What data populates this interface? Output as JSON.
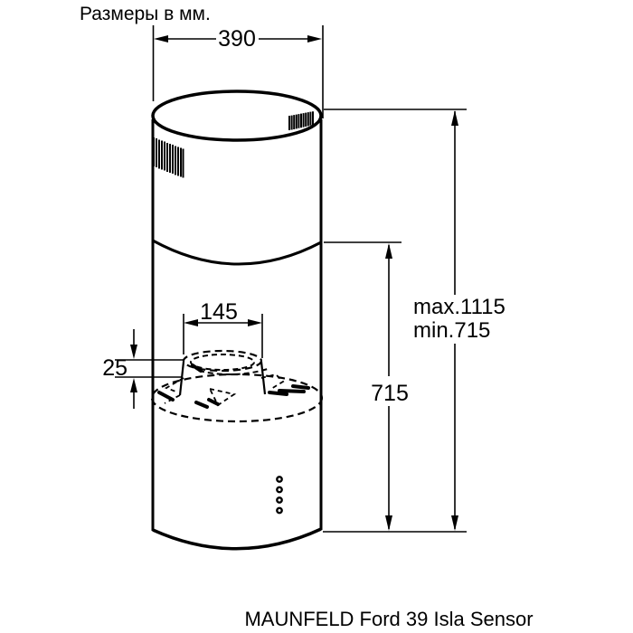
{
  "title": "Размеры в мм.",
  "caption": "MAUNFELD Ford 39 Isla Sensor",
  "dimensions": {
    "top_width": "390",
    "duct_diameter": "145",
    "collar_height": "25",
    "body_height": "715",
    "total_height_max": "max.1115",
    "total_height_min": "min.715"
  },
  "colors": {
    "line": "#000000",
    "background": "#ffffff"
  }
}
